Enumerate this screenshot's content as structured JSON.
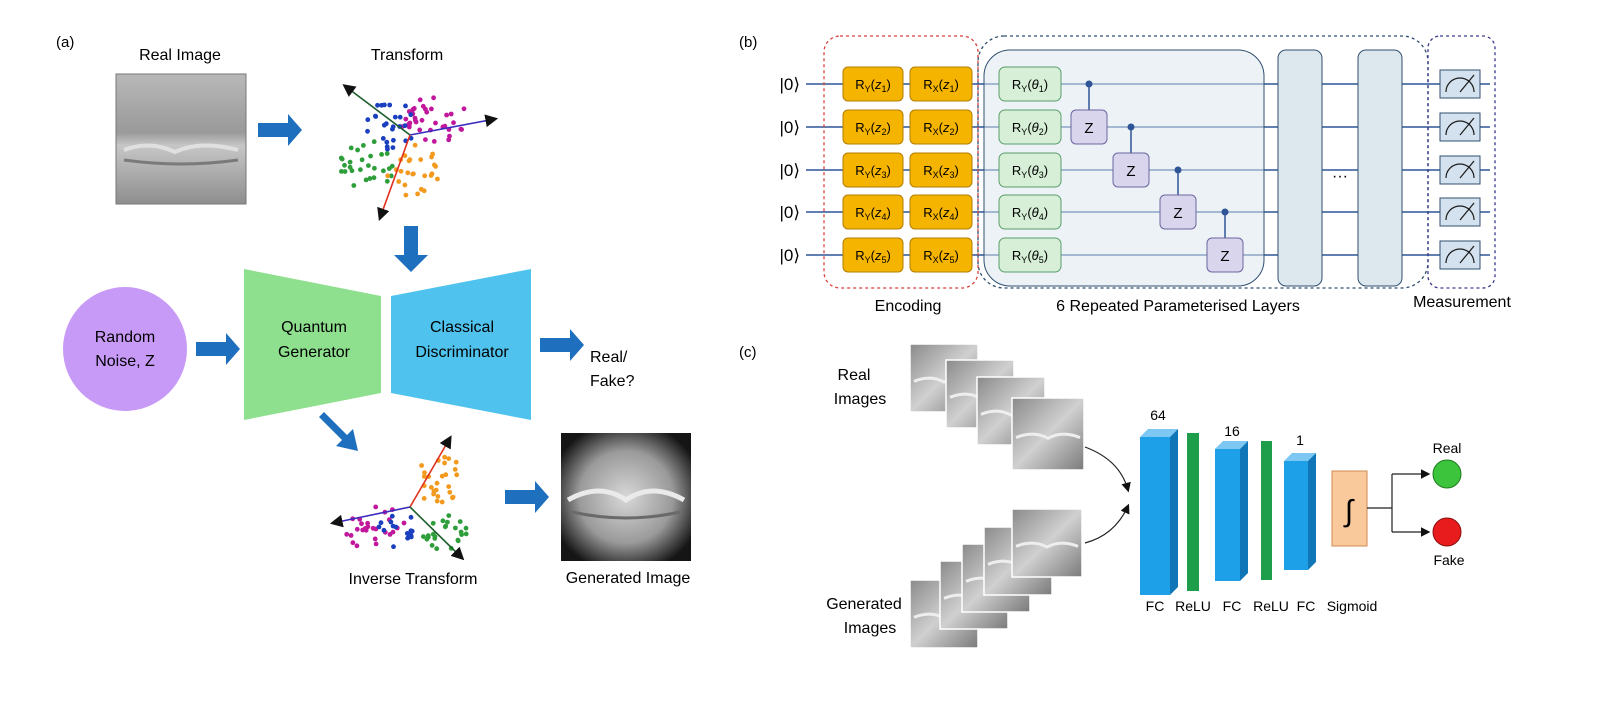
{
  "panel_a": {
    "label": "(a)",
    "real_image_label": "Real Image",
    "transform_label": "Transform",
    "noise_label_line1": "Random",
    "noise_label_line2": "Noise, Z",
    "generator_line1": "Quantum",
    "generator_line2": "Generator",
    "discriminator_line1": "Classical",
    "discriminator_line2": "Discriminator",
    "output_line1": "Real/",
    "output_line2": "Fake?",
    "inverse_transform_label": "Inverse Transform",
    "generated_image_label": "Generated Image",
    "colors": {
      "arrow": "#1f6fbf",
      "noise_circle": "#c89af7",
      "generator": "#8ee08e",
      "discriminator": "#4fc3ee",
      "scatter": [
        "#1a3fbf",
        "#c0179c",
        "#2e9e3a",
        "#f39a1e"
      ]
    }
  },
  "panel_b": {
    "label": "(b)",
    "qubit_states": [
      "|0⟩",
      "|0⟩",
      "|0⟩",
      "|0⟩",
      "|0⟩"
    ],
    "ry_enc": [
      "z1",
      "z2",
      "z3",
      "z4",
      "z5"
    ],
    "rx_enc": [
      "z1",
      "z2",
      "z3",
      "z4",
      "z5"
    ],
    "ry_var": [
      "θ1",
      "θ2",
      "θ3",
      "θ4",
      "θ5"
    ],
    "ry_gate_prefix": "R",
    "ry_gate_sub": "Y",
    "rx_gate_sub": "X",
    "cz_labels": [
      "Z",
      "Z",
      "Z",
      "Z"
    ],
    "ellipsis": "···",
    "encoding_label": "Encoding",
    "layers_label": "6 Repeated Parameterised Layers",
    "measurement_label": "Measurement",
    "colors": {
      "wire": "#2f5597",
      "enc_gate": "#f5b400",
      "var_gate": "#d6efd6",
      "cz_gate": "#d9d5ec",
      "layer_box": "#dce8ee",
      "encoding_border": "#d9423a",
      "layer_border": "#2f4f6f",
      "meter": "#d4e2ef"
    }
  },
  "panel_c": {
    "label": "(c)",
    "real_label_line1": "Real",
    "real_label_line2": "Images",
    "generated_label_line1": "Generated",
    "generated_label_line2": "Images",
    "sizes": [
      "64",
      "16",
      "1"
    ],
    "layer_labels": [
      "FC",
      "ReLU",
      "FC",
      "ReLU",
      "FC",
      "Sigmoid"
    ],
    "integral_symbol": "∫",
    "real_out": "Real",
    "fake_out": "Fake",
    "colors": {
      "fc": "#1ea0e8",
      "relu": "#1e9e4a",
      "sigmoid": "#f9c89b",
      "real_dot": "#3cc43c",
      "fake_dot": "#e81c1c"
    }
  }
}
